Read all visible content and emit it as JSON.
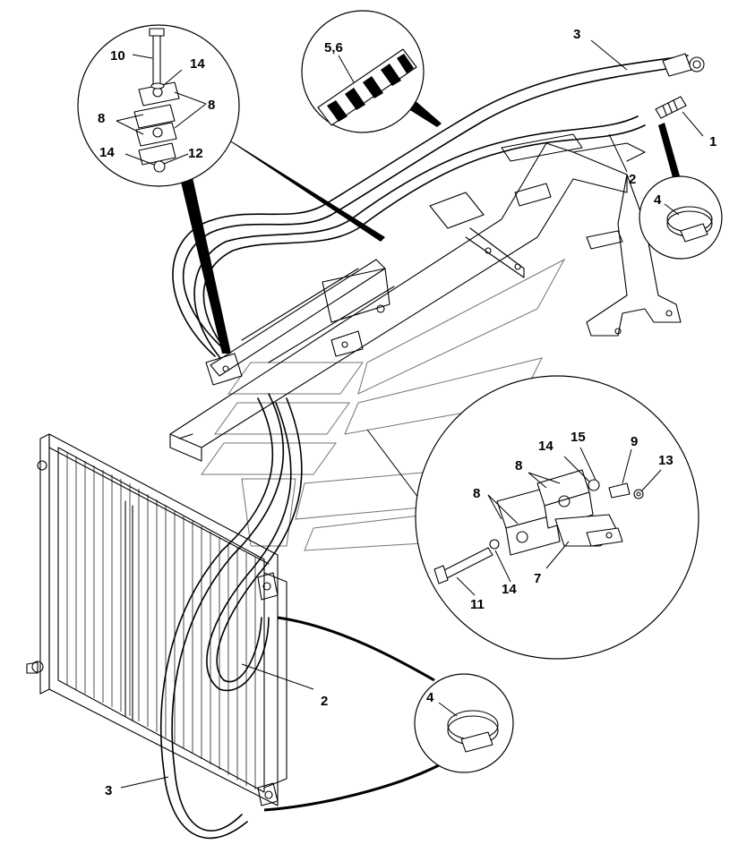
{
  "callouts": {
    "c1": "1",
    "c2_top": "2",
    "c2_bottom": "2",
    "c3_top": "3",
    "c3_bottom": "3",
    "c4_top": "4",
    "c4_bottom": "4",
    "c56": "5,6",
    "c7": "7",
    "c8_tl_left": "8",
    "c8_tl_right": "8",
    "c8_br_upper": "8",
    "c8_br_lower": "8",
    "c9": "9",
    "c10": "10",
    "c11": "11",
    "c12": "12",
    "c13": "13",
    "c14_tl_top": "14",
    "c14_tl_bottom": "14",
    "c14_br_upper": "14",
    "c14_br_lower": "14",
    "c15": "15"
  },
  "icons": {
    "hose_clamp": "hose-clamp-icon",
    "clip_stack": "clip-stack-icon",
    "braided_sleeve": "braided-sleeve-icon",
    "bracket_clamp": "bracket-clamp-icon"
  },
  "colors": {
    "line": "#000000",
    "background": "#ffffff"
  }
}
